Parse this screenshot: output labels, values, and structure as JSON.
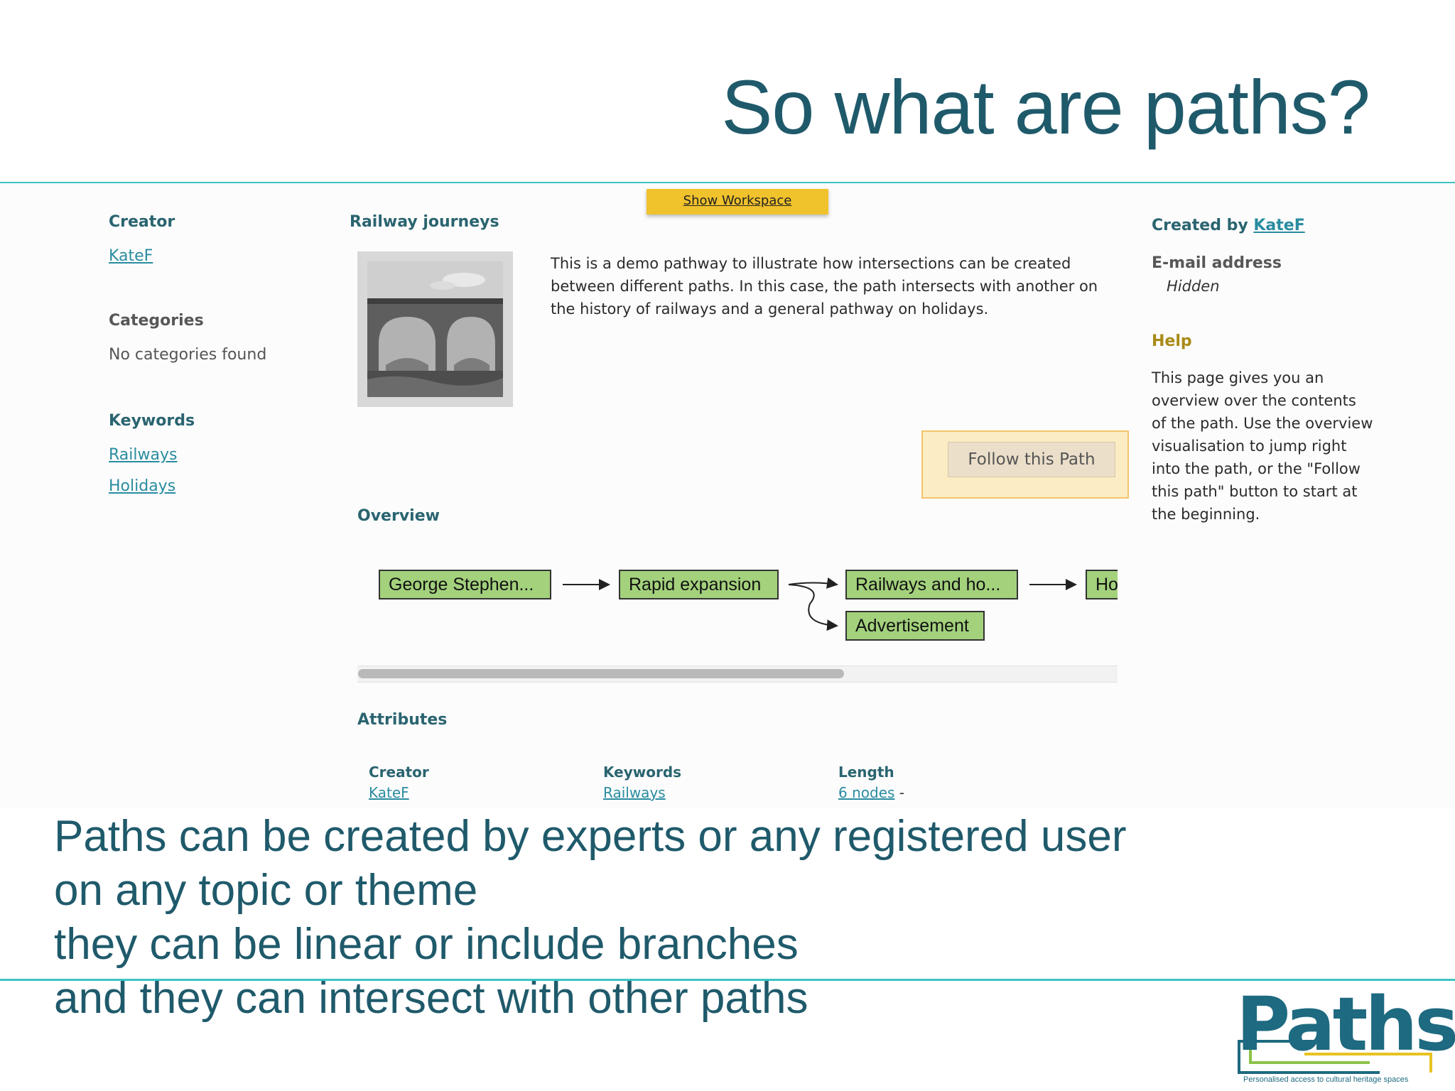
{
  "slide": {
    "title": "So what are paths?",
    "bullets": [
      "Paths can be created by experts or any registered user",
      "on any topic or theme",
      "they can be linear or include branches",
      "and they can intersect with other paths"
    ],
    "logo": {
      "word": "Paths",
      "tagline": "Personalised access to cultural heritage spaces"
    },
    "colors": {
      "title": "#1f5a6b",
      "rule": "#3cc4c4"
    }
  },
  "webpage": {
    "show_workspace": "Show Workspace",
    "left": {
      "creator_label": "Creator",
      "creator_value": "KateF",
      "categories_label": "Categories",
      "categories_value": "No categories found",
      "keywords_label": "Keywords",
      "keywords": [
        "Railways",
        "Holidays"
      ]
    },
    "main": {
      "path_title": "Railway journeys",
      "description": "This is a demo pathway to illustrate how intersections can be created between different paths.  In this case, the path intersects with another on the history of railways and a general pathway on holidays.",
      "follow_button": "Follow this Path",
      "overview_label": "Overview",
      "nodes": [
        "George Stephen...",
        "Rapid expansion",
        "Railways and ho...",
        "Ho",
        "Advertisement"
      ],
      "attributes_label": "Attributes",
      "attributes": {
        "creator_label": "Creator",
        "creator_value": "KateF",
        "keywords_label": "Keywords",
        "keywords_value": "Railways",
        "length_label": "Length",
        "length_value": "6 nodes",
        "length_suffix": "-"
      }
    },
    "right": {
      "created_by_label": "Created by",
      "created_by_value": "KateF",
      "email_label": "E-mail address",
      "email_value": "Hidden",
      "help_label": "Help",
      "help_text": "This page gives you an overview over the contents of the path. Use the overview visualisation to jump right into the path, or the \"Follow this path\" button to start at the beginning."
    },
    "colors": {
      "node_fill": "#a3d17c",
      "workspace_button": "#f0c22c",
      "link": "#2a8ca0",
      "heading": "#2a6470",
      "help_heading": "#a88a16"
    }
  }
}
